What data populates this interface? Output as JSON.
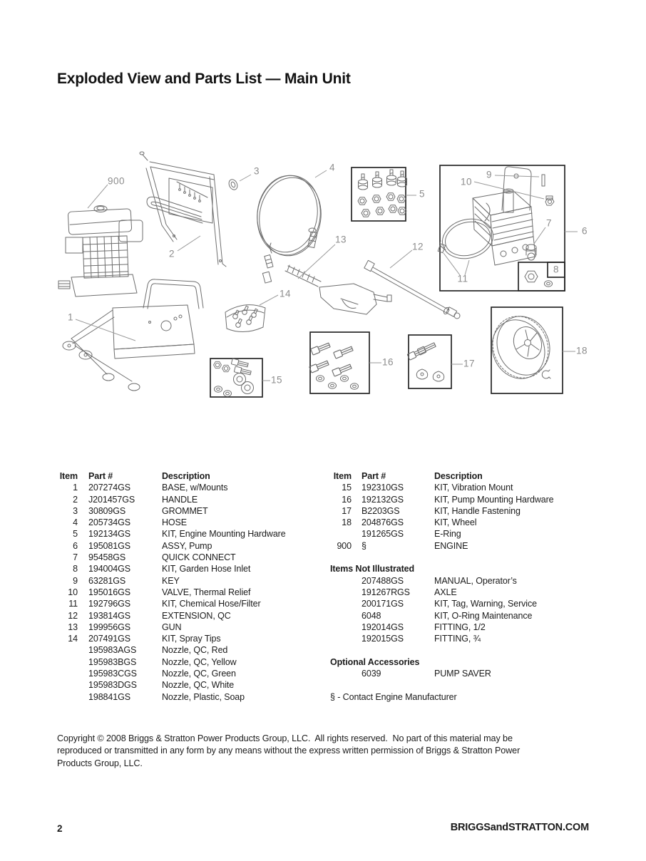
{
  "title": "Exploded View and Parts List — Main Unit",
  "diagram": {
    "callouts": {
      "1": "1",
      "2": "2",
      "3": "3",
      "4": "4",
      "5": "5",
      "6": "6",
      "7": "7",
      "8": "8",
      "9": "9",
      "10": "10",
      "11": "11",
      "12": "12",
      "13": "13",
      "14": "14",
      "15": "15",
      "16": "16",
      "17": "17",
      "18": "18",
      "900": "900"
    }
  },
  "table": {
    "headers": {
      "item": "Item",
      "part": "Part #",
      "desc": "Description"
    },
    "left_rows": [
      {
        "item": "1",
        "part": "207274GS",
        "desc": "BASE, w/Mounts"
      },
      {
        "item": "2",
        "part": "J201457GS",
        "desc": "HANDLE"
      },
      {
        "item": "3",
        "part": "30809GS",
        "desc": "GROMMET"
      },
      {
        "item": "4",
        "part": "205734GS",
        "desc": "HOSE"
      },
      {
        "item": "5",
        "part": "192134GS",
        "desc": "KIT, Engine Mounting Hardware"
      },
      {
        "item": "6",
        "part": "195081GS",
        "desc": "ASSY, Pump"
      },
      {
        "item": "7",
        "part": "95458GS",
        "desc": "QUICK CONNECT"
      },
      {
        "item": "8",
        "part": "194004GS",
        "desc": "KIT, Garden Hose Inlet"
      },
      {
        "item": "9",
        "part": "63281GS",
        "desc": "KEY"
      },
      {
        "item": "10",
        "part": "195016GS",
        "desc": "VALVE, Thermal Relief"
      },
      {
        "item": "11",
        "part": "192796GS",
        "desc": "KIT, Chemical Hose/Filter"
      },
      {
        "item": "12",
        "part": "193814GS",
        "desc": "EXTENSION, QC"
      },
      {
        "item": "13",
        "part": "199956GS",
        "desc": "GUN"
      },
      {
        "item": "14",
        "part": "207491GS",
        "desc": "KIT, Spray Tips"
      },
      {
        "item": "",
        "part": "195983AGS",
        "desc": "Nozzle, QC, Red"
      },
      {
        "item": "",
        "part": "195983BGS",
        "desc": "Nozzle, QC, Yellow"
      },
      {
        "item": "",
        "part": "195983CGS",
        "desc": "Nozzle, QC, Green"
      },
      {
        "item": "",
        "part": "195983DGS",
        "desc": "Nozzle, QC, White"
      },
      {
        "item": "",
        "part": "198841GS",
        "desc": "Nozzle, Plastic, Soap"
      }
    ],
    "right_rows": [
      {
        "item": "15",
        "part": "192310GS",
        "desc": "KIT, Vibration Mount"
      },
      {
        "item": "16",
        "part": "192132GS",
        "desc": "KIT, Pump Mounting Hardware"
      },
      {
        "item": "17",
        "part": "B2203GS",
        "desc": "KIT, Handle Fastening"
      },
      {
        "item": "18",
        "part": "204876GS",
        "desc": "KIT, Wheel"
      },
      {
        "item": "",
        "part": "191265GS",
        "desc": "E-Ring"
      },
      {
        "item": "900",
        "part": "§",
        "desc": "ENGINE"
      }
    ],
    "not_illustrated_heading": "Items Not Illustrated",
    "ni_rows": [
      {
        "item": "",
        "part": "207488GS",
        "desc": "MANUAL, Operator’s"
      },
      {
        "item": "",
        "part": "191267RGS",
        "desc": "AXLE"
      },
      {
        "item": "",
        "part": "200171GS",
        "desc": "KIT, Tag, Warning, Service"
      },
      {
        "item": "",
        "part": "6048",
        "desc": "KIT, O-Ring Maintenance"
      },
      {
        "item": "",
        "part": "192014GS",
        "desc": "FITTING, 1/2"
      },
      {
        "item": "",
        "part": "192015GS",
        "desc": "FITTING, ¾"
      }
    ],
    "optional_heading": "Optional Accessories",
    "opt_rows": [
      {
        "item": "",
        "part": "6039",
        "desc": "PUMP SAVER"
      }
    ],
    "footnote": "§ - Contact Engine Manufacturer"
  },
  "copyright": {
    "line1": "Copyright © 2008 Briggs & Stratton Power Products Group, LLC.  All rights reserved.  No part of this material may be",
    "line2": "reproduced or transmitted in any form by any means without the express written permission of Briggs & Stratton Power",
    "line3": "Products Group, LLC."
  },
  "footer": {
    "page": "2",
    "site": "BRIGGSandSTRATTON.COM"
  }
}
